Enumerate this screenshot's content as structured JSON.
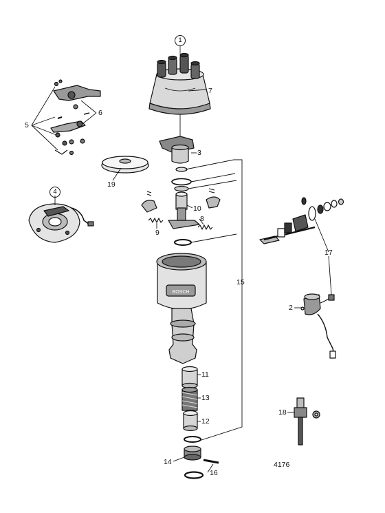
{
  "diagram": {
    "figure_number": "4176",
    "circled_labels": {
      "c1": "1",
      "c4": "4"
    },
    "part_labels": {
      "p2": "2",
      "p3": "3",
      "p5": "5",
      "p6": "6",
      "p7": "7",
      "p8": "8",
      "p9": "9",
      "p10": "10",
      "p11": "11",
      "p12": "12",
      "p13": "13",
      "p14": "14",
      "p15": "15",
      "p16": "16",
      "p17": "17",
      "p18": "18",
      "p19": "19"
    }
  }
}
